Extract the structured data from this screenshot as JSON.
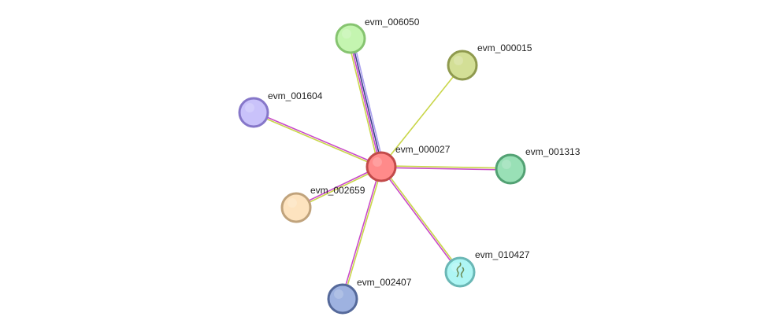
{
  "network": {
    "center": "evm_000027",
    "nodes": [
      {
        "id": "evm_000027",
        "label": "evm_000027",
        "fill": "#ff8a8a",
        "stroke": "#c24a4a"
      },
      {
        "id": "evm_006050",
        "label": "evm_006050",
        "fill": "#c4f5b0",
        "stroke": "#86c470"
      },
      {
        "id": "evm_000015",
        "label": "evm_000015",
        "fill": "#d3df96",
        "stroke": "#8f9a4e"
      },
      {
        "id": "evm_001604",
        "label": "evm_001604",
        "fill": "#c9c2fa",
        "stroke": "#8677c9"
      },
      {
        "id": "evm_001313",
        "label": "evm_001313",
        "fill": "#99e0b6",
        "stroke": "#52a173"
      },
      {
        "id": "evm_002659",
        "label": "evm_002659",
        "fill": "#fde3bf",
        "stroke": "#c0a37c"
      },
      {
        "id": "evm_010427",
        "label": "evm_010427",
        "fill": "#aef6f4",
        "stroke": "#6ab7b5"
      },
      {
        "id": "evm_002407",
        "label": "evm_002407",
        "fill": "#9eb2e0",
        "stroke": "#55699a"
      }
    ],
    "edges": [
      {
        "target": "evm_006050",
        "colors": [
          "#c9d64a",
          "#c94ac9",
          "#3c3c8c",
          "#a99ff0"
        ]
      },
      {
        "target": "evm_000015",
        "colors": [
          "#c9d64a"
        ]
      },
      {
        "target": "evm_001604",
        "colors": [
          "#c9d64a",
          "#c94ac9"
        ]
      },
      {
        "target": "evm_001313",
        "colors": [
          "#c9d64a",
          "#c94ac9"
        ]
      },
      {
        "target": "evm_002659",
        "colors": [
          "#c9d64a",
          "#c94ac9"
        ]
      },
      {
        "target": "evm_010427",
        "colors": [
          "#c9d64a",
          "#c94ac9"
        ]
      },
      {
        "target": "evm_002407",
        "colors": [
          "#c9d64a",
          "#c94ac9"
        ]
      }
    ]
  }
}
